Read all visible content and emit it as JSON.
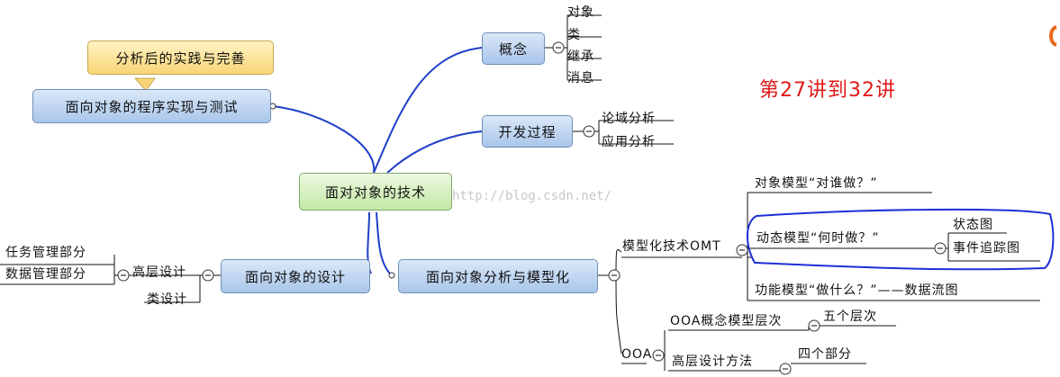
{
  "diagram": {
    "center": "面对对象的技术",
    "watermark": "http://blog.csdn.net/",
    "lecture_note": "第27讲到32讲",
    "callout": "分析后的实践与完善",
    "top_left_node": "面向对象的程序实现与测试",
    "concept": {
      "label": "概念",
      "children": [
        "对象",
        "类",
        "继承",
        "消息"
      ]
    },
    "process": {
      "label": "开发过程",
      "children": [
        "论域分析",
        "应用分析"
      ]
    },
    "design": {
      "label": "面向对象的设计",
      "high_level": "高层设计",
      "class_design": "类设计",
      "high_children": [
        "任务管理部分",
        "数据管理部分"
      ]
    },
    "analysis": {
      "label": "面向对象分析与模型化",
      "omt": {
        "label": "模型化技术OMT",
        "object_model": "对象模型“对谁做？”",
        "dynamic_model": "动态模型“何时做？”",
        "dynamic_children": [
          "状态图",
          "事件追踪图"
        ],
        "function_model": "功能模型“做什么？”——数据流图"
      },
      "ooa": {
        "label": "OOA",
        "concept_levels": "OOA概念模型层次",
        "five_levels": "五个层次",
        "high_level_method": "高层设计方法",
        "four_parts": "四个部分"
      }
    }
  }
}
